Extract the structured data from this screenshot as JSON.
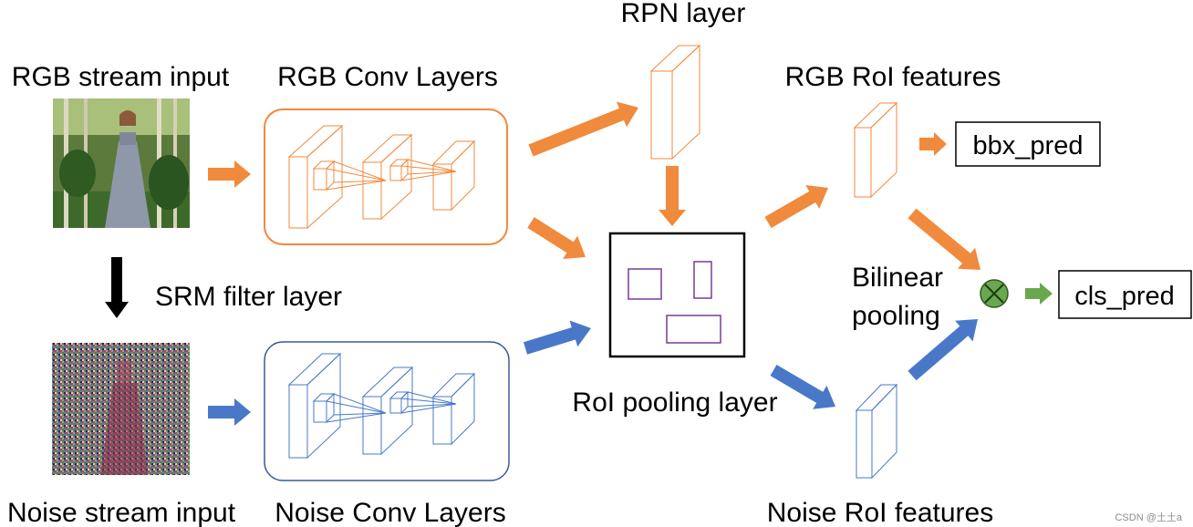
{
  "labels": {
    "rgb_stream_input": "RGB stream input",
    "rgb_conv_layers": "RGB Conv Layers",
    "rpn_layer": "RPN layer",
    "rgb_roi_features": "RGB RoI features",
    "srm_filter_layer": "SRM filter layer",
    "noise_stream_input": "Noise stream input",
    "noise_conv_layers": "Noise Conv Layers",
    "roi_pooling_layer": "RoI pooling layer",
    "noise_roi_features": "Noise RoI features",
    "bilinear_line1": "Bilinear",
    "bilinear_line2": "pooling"
  },
  "outputs": {
    "bbx_pred": "bbx_pred",
    "cls_pred": "cls_pred"
  },
  "watermark": "CSDN @土土a",
  "colors": {
    "rgb_stream": "#f08a3c",
    "noise_stream": "#4a78c8",
    "fusion": "#6aa84f",
    "roi_boxes": "#7a3a9a",
    "srm_arrow": "#000000"
  }
}
